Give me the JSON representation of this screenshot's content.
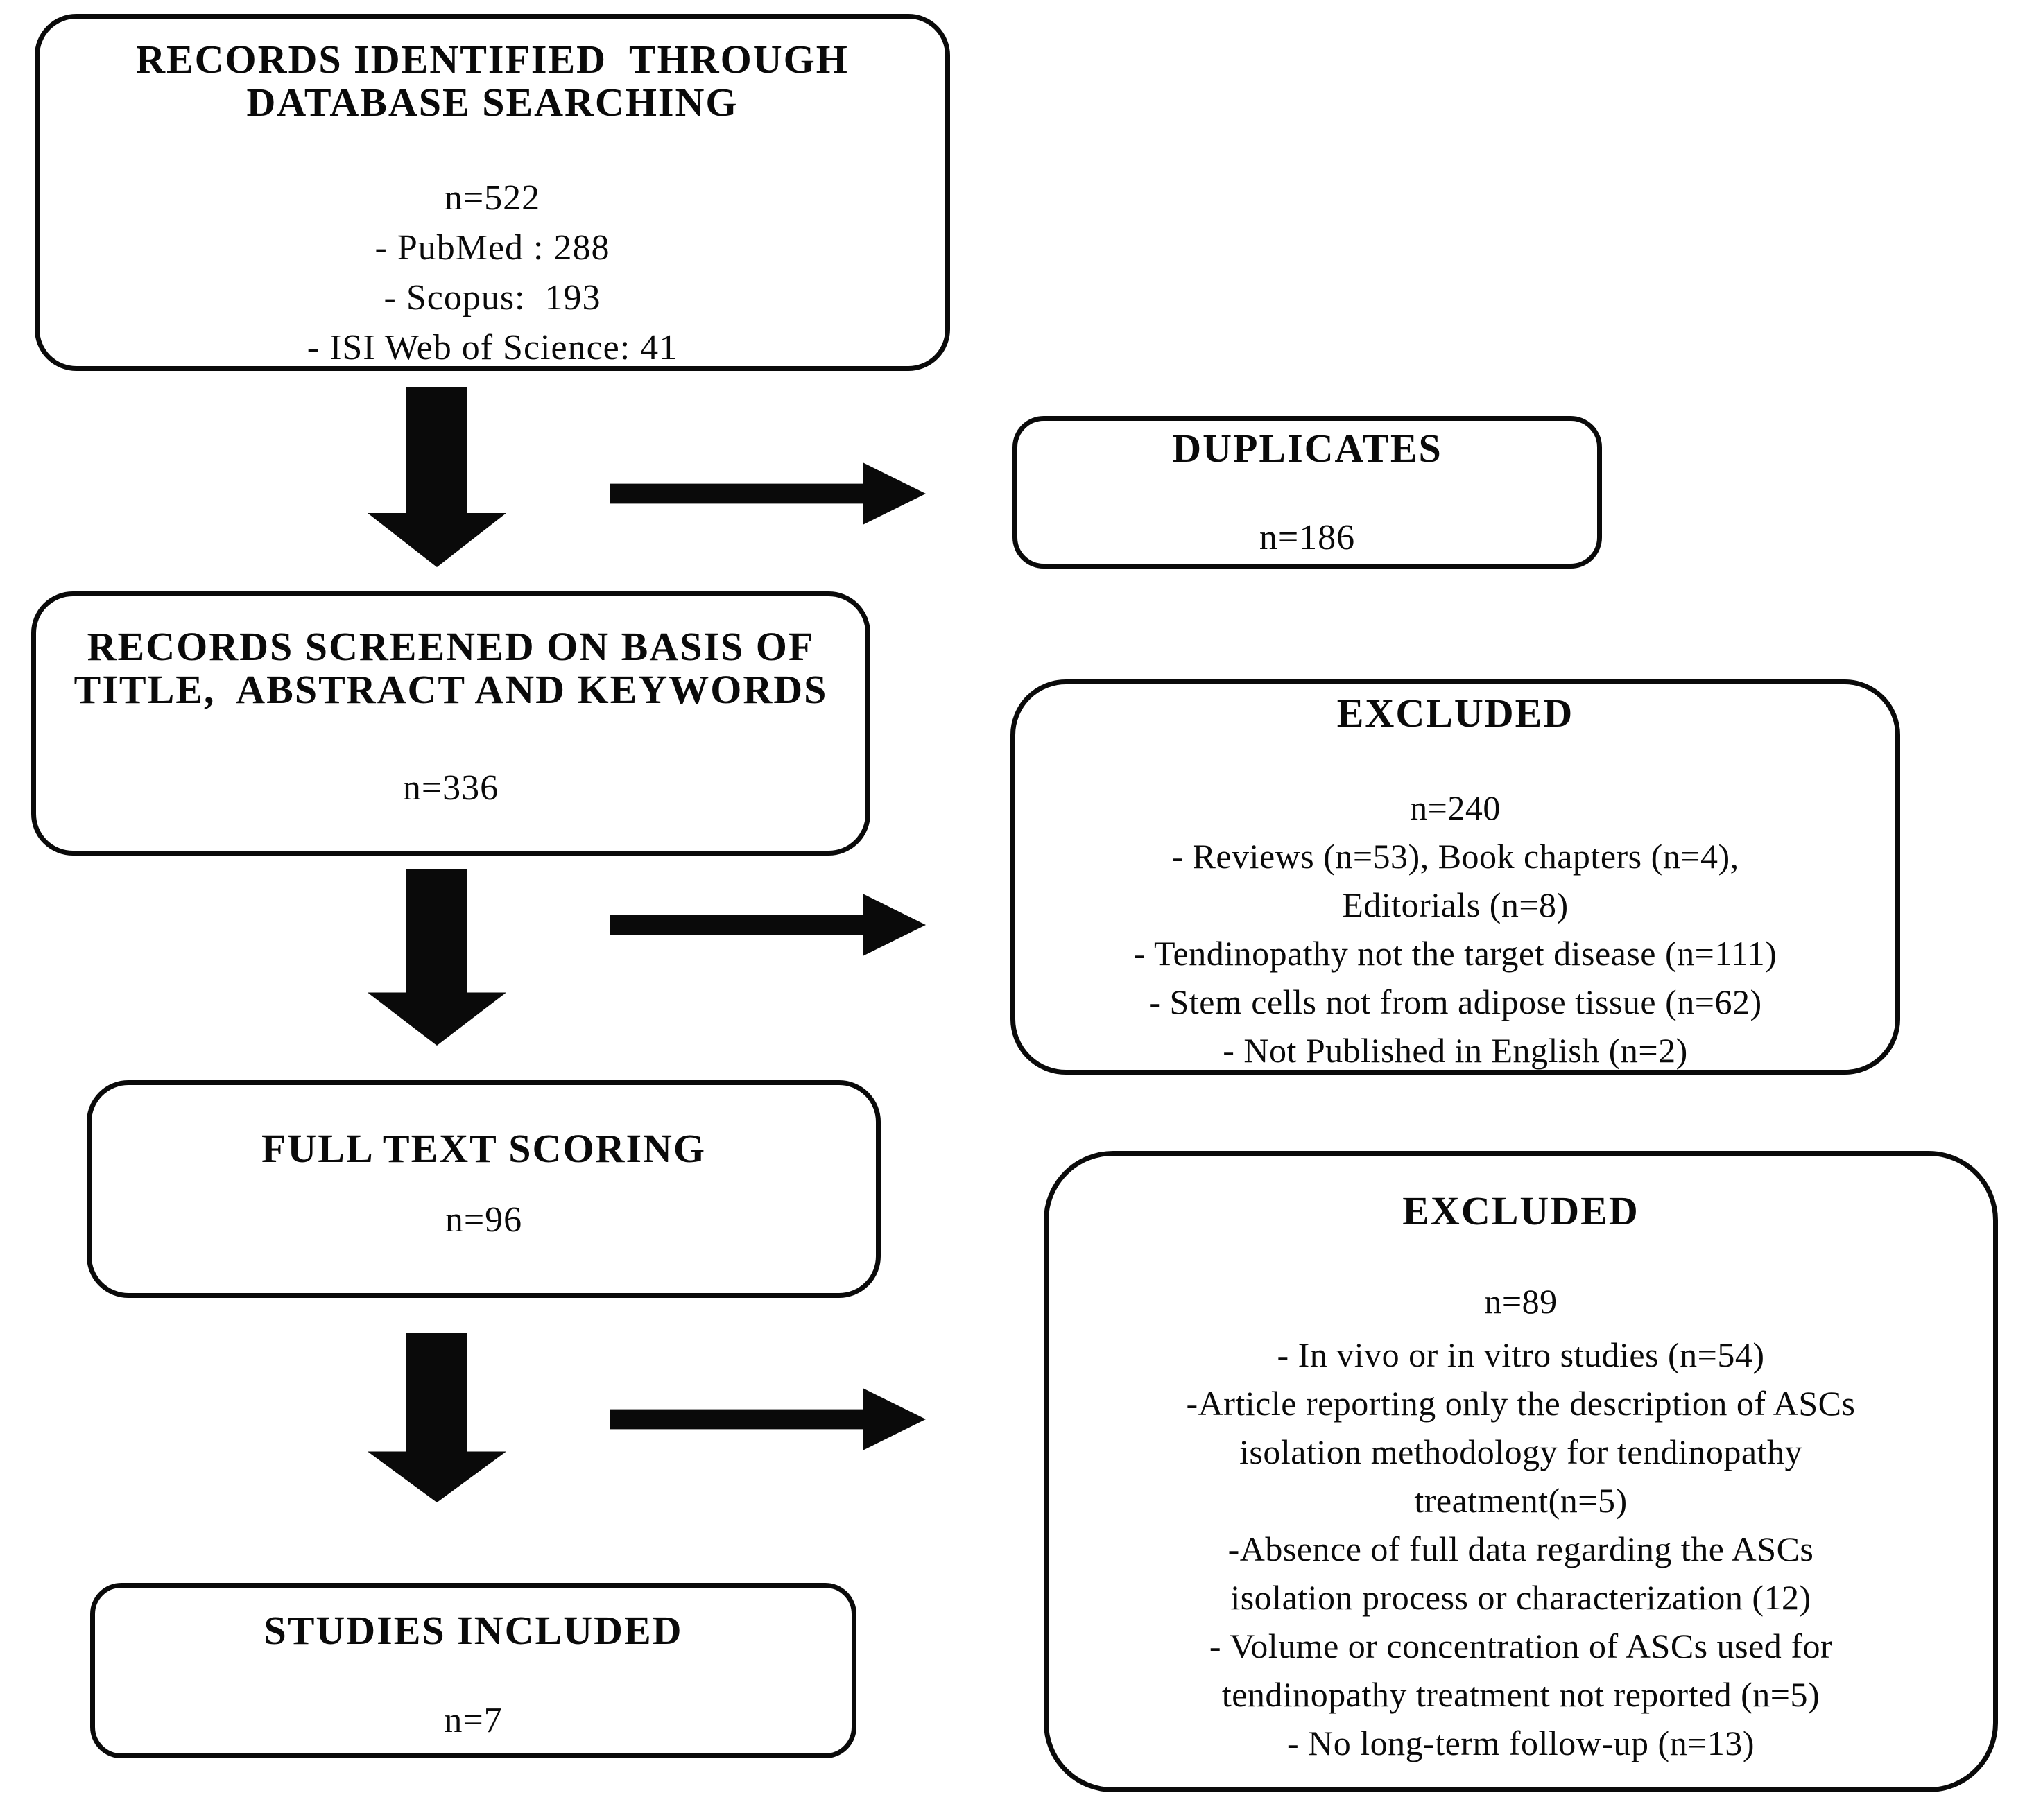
{
  "colors": {
    "ink": "#0a0a0a",
    "background": "#ffffff"
  },
  "boxes": {
    "identified": {
      "title_line1": "RECORDS IDENTIFIED  THROUGH",
      "title_line2": "DATABASE SEARCHING",
      "count": "n=522",
      "bullets": [
        "- PubMed : 288",
        "- Scopus:  193",
        "- ISI Web of Science: 41"
      ]
    },
    "duplicates": {
      "title": "DUPLICATES",
      "count": "n=186"
    },
    "screened": {
      "title_line1": "RECORDS SCREENED ON BASIS OF",
      "title_line2": "TITLE,  ABSTRACT AND KEYWORDS",
      "count": "n=336"
    },
    "excluded_screening": {
      "title": "EXCLUDED",
      "count": "n=240",
      "lines": [
        "- Reviews (n=53), Book chapters (n=4),",
        "Editorials (n=8)",
        "- Tendinopathy not the target disease (n=111)",
        "- Stem cells not from adipose tissue (n=62)",
        "- Not Published in English (n=2)"
      ]
    },
    "full_text_scoring": {
      "title": "FULL TEXT SCORING",
      "count": "n=96"
    },
    "excluded_full_text": {
      "title": "EXCLUDED",
      "count": "n=89",
      "lines": [
        "- In vivo or in vitro studies (n=54)",
        "-Article reporting only the description of ASCs",
        "isolation methodology for tendinopathy",
        "treatment(n=5)",
        "-Absence of full data regarding the ASCs",
        "isolation process or characterization (12)",
        "- Volume or concentration of ASCs used for",
        "tendinopathy treatment not reported (n=5)",
        "- No long-term follow-up (n=13)"
      ]
    },
    "included": {
      "title": "STUDIES INCLUDED",
      "count": "n=7"
    }
  }
}
